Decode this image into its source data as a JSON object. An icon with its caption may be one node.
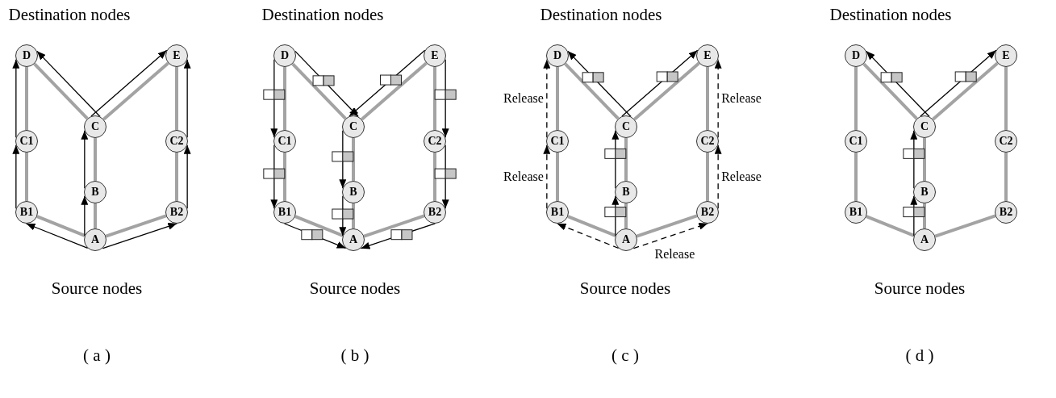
{
  "diagram": {
    "nodes": [
      {
        "text": [
          "D"
        ]
      },
      {
        "text": [
          "E"
        ]
      },
      {
        "text": [
          "C"
        ]
      },
      {
        "text": [
          "C1"
        ]
      },
      {
        "text": [
          "C2"
        ]
      },
      {
        "text": [
          "B"
        ]
      },
      {
        "text": [
          "B1"
        ]
      },
      {
        "text": [
          "B2"
        ]
      },
      {
        "text": [
          "A"
        ]
      },
      {
        "text": [
          "D"
        ]
      },
      {
        "text": [
          "E"
        ]
      },
      {
        "text": [
          "C"
        ]
      },
      {
        "text": [
          "C1"
        ]
      },
      {
        "text": [
          "C2"
        ]
      },
      {
        "text": [
          "B"
        ]
      },
      {
        "text": [
          "B1"
        ]
      },
      {
        "text": [
          "B2"
        ]
      },
      {
        "text": [
          "A"
        ]
      },
      {
        "text": [
          "D"
        ]
      },
      {
        "text": [
          "E"
        ]
      },
      {
        "text": [
          "C"
        ]
      },
      {
        "text": [
          "C1"
        ]
      },
      {
        "text": [
          "C2"
        ]
      },
      {
        "text": [
          "B"
        ]
      },
      {
        "text": [
          "B1"
        ]
      },
      {
        "text": [
          "B2"
        ]
      },
      {
        "text": [
          "A"
        ]
      },
      {
        "text": [
          "D"
        ]
      },
      {
        "text": [
          "E"
        ]
      },
      {
        "text": [
          "C"
        ]
      },
      {
        "text": [
          "C1"
        ]
      },
      {
        "text": [
          "C2"
        ]
      },
      {
        "text": [
          "B"
        ]
      },
      {
        "text": [
          "B1"
        ]
      },
      {
        "text": [
          "B2"
        ]
      },
      {
        "text": [
          "A"
        ]
      }
    ],
    "edges": [
      {
        "from": 0,
        "to": 3,
        "arrow": "none"
      },
      {
        "from": 3,
        "to": 6,
        "arrow": "none"
      },
      {
        "from": 6,
        "to": 8,
        "arrow": "none"
      },
      {
        "from": 0,
        "to": 2,
        "arrow": "none"
      },
      {
        "from": 1,
        "to": 2,
        "arrow": "none"
      },
      {
        "from": 2,
        "to": 5,
        "arrow": "none"
      },
      {
        "from": 5,
        "to": 8,
        "arrow": "none"
      },
      {
        "from": 1,
        "to": 4,
        "arrow": "none"
      },
      {
        "from": 4,
        "to": 7,
        "arrow": "none"
      },
      {
        "from": 7,
        "to": 8,
        "arrow": "none"
      },
      {
        "from": 3,
        "to": 0,
        "arrow": "to",
        "color": "#000000"
      },
      {
        "from": 6,
        "to": 3,
        "arrow": "to",
        "color": "#000000"
      },
      {
        "from": 8,
        "to": 6,
        "arrow": "to",
        "color": "#000000"
      },
      {
        "from": 8,
        "to": 5,
        "arrow": "to",
        "color": "#000000"
      },
      {
        "from": 5,
        "to": 2,
        "arrow": "to",
        "color": "#000000"
      },
      {
        "from": 2,
        "to": 0,
        "arrow": "to",
        "color": "#000000"
      },
      {
        "from": 2,
        "to": 1,
        "arrow": "to",
        "color": "#000000"
      },
      {
        "from": 4,
        "to": 1,
        "arrow": "to",
        "color": "#000000"
      },
      {
        "from": 7,
        "to": 4,
        "arrow": "to",
        "color": "#000000"
      },
      {
        "from": 8,
        "to": 7,
        "arrow": "to",
        "color": "#000000"
      },
      {
        "from": 9,
        "to": 12,
        "arrow": "none"
      },
      {
        "from": 12,
        "to": 15,
        "arrow": "none"
      },
      {
        "from": 15,
        "to": 17,
        "arrow": "none"
      },
      {
        "from": 9,
        "to": 11,
        "arrow": "none"
      },
      {
        "from": 10,
        "to": 11,
        "arrow": "none"
      },
      {
        "from": 11,
        "to": 14,
        "arrow": "none"
      },
      {
        "from": 14,
        "to": 17,
        "arrow": "none"
      },
      {
        "from": 10,
        "to": 13,
        "arrow": "none"
      },
      {
        "from": 13,
        "to": 16,
        "arrow": "none"
      },
      {
        "from": 16,
        "to": 17,
        "arrow": "none"
      },
      {
        "from": 9,
        "to": 12,
        "arrow": "to",
        "color": "#000000"
      },
      {
        "from": 12,
        "to": 15,
        "arrow": "to",
        "color": "#000000"
      },
      {
        "from": 15,
        "to": 17,
        "arrow": "to",
        "color": "#000000"
      },
      {
        "from": 9,
        "to": 11,
        "arrow": "to",
        "color": "#000000"
      },
      {
        "from": 10,
        "to": 11,
        "arrow": "to",
        "color": "#000000"
      },
      {
        "from": 11,
        "to": 14,
        "arrow": "to",
        "color": "#000000"
      },
      {
        "from": 14,
        "to": 17,
        "arrow": "to",
        "color": "#000000"
      },
      {
        "from": 10,
        "to": 13,
        "arrow": "to",
        "color": "#000000"
      },
      {
        "from": 13,
        "to": 16,
        "arrow": "to",
        "color": "#000000"
      },
      {
        "from": 16,
        "to": 17,
        "arrow": "to",
        "color": "#000000"
      },
      {
        "from": 18,
        "to": 21,
        "arrow": "none"
      },
      {
        "from": 21,
        "to": 24,
        "arrow": "none"
      },
      {
        "from": 24,
        "to": 26,
        "arrow": "none"
      },
      {
        "from": 18,
        "to": 20,
        "arrow": "none"
      },
      {
        "from": 19,
        "to": 20,
        "arrow": "none"
      },
      {
        "from": 20,
        "to": 23,
        "arrow": "none"
      },
      {
        "from": 23,
        "to": 26,
        "arrow": "none"
      },
      {
        "from": 19,
        "to": 22,
        "arrow": "none"
      },
      {
        "from": 22,
        "to": 25,
        "arrow": "none"
      },
      {
        "from": 25,
        "to": 26,
        "arrow": "none"
      },
      {
        "from": 21,
        "to": 18,
        "arrow": "to",
        "style": "dashed",
        "color": "#000000",
        "label": "Release"
      },
      {
        "from": 24,
        "to": 21,
        "arrow": "to",
        "style": "dashed",
        "color": "#000000",
        "label": "Release"
      },
      {
        "from": 26,
        "to": 24,
        "arrow": "to",
        "style": "dashed",
        "color": "#000000"
      },
      {
        "from": 26,
        "to": 23,
        "arrow": "to",
        "color": "#000000"
      },
      {
        "from": 23,
        "to": 20,
        "arrow": "to",
        "color": "#000000"
      },
      {
        "from": 20,
        "to": 18,
        "arrow": "to",
        "color": "#000000"
      },
      {
        "from": 20,
        "to": 19,
        "arrow": "to",
        "color": "#000000"
      },
      {
        "from": 22,
        "to": 19,
        "arrow": "to",
        "style": "dashed",
        "color": "#000000",
        "label": "Release"
      },
      {
        "from": 25,
        "to": 22,
        "arrow": "to",
        "style": "dashed",
        "color": "#000000",
        "label": "Release"
      },
      {
        "from": 26,
        "to": 25,
        "arrow": "to",
        "style": "dashed",
        "color": "#000000",
        "label": "Release"
      },
      {
        "from": 27,
        "to": 30,
        "arrow": "none"
      },
      {
        "from": 30,
        "to": 33,
        "arrow": "none"
      },
      {
        "from": 33,
        "to": 35,
        "arrow": "none"
      },
      {
        "from": 27,
        "to": 29,
        "arrow": "none"
      },
      {
        "from": 28,
        "to": 29,
        "arrow": "none"
      },
      {
        "from": 29,
        "to": 32,
        "arrow": "none"
      },
      {
        "from": 32,
        "to": 35,
        "arrow": "none"
      },
      {
        "from": 28,
        "to": 31,
        "arrow": "none"
      },
      {
        "from": 31,
        "to": 34,
        "arrow": "none"
      },
      {
        "from": 34,
        "to": 35,
        "arrow": "none"
      },
      {
        "from": 35,
        "to": 32,
        "arrow": "to",
        "color": "#000000"
      },
      {
        "from": 32,
        "to": 29,
        "arrow": "to",
        "color": "#000000"
      },
      {
        "from": 29,
        "to": 27,
        "arrow": "to",
        "color": "#000000"
      },
      {
        "from": 29,
        "to": 28,
        "arrow": "to",
        "color": "#000000"
      }
    ],
    "labels": [
      "Destination nodes",
      "Destination nodes",
      "Destination nodes",
      "Destination nodes",
      "Source nodes",
      "Source nodes",
      "Source nodes",
      "Source nodes",
      "( a )",
      "( b )",
      "( c )",
      "( d )"
    ]
  }
}
